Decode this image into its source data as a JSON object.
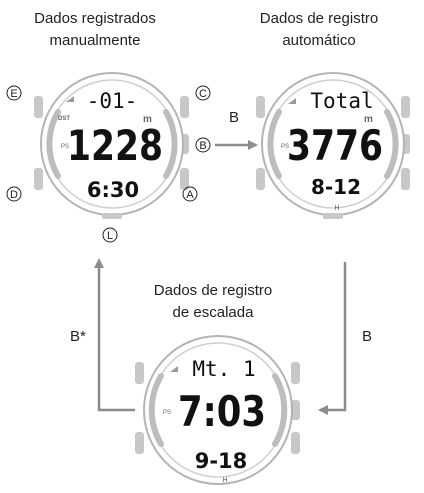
{
  "captions": {
    "manual": [
      "Dados registrados",
      "manualmente"
    ],
    "auto": [
      "Dados de registro",
      "automático"
    ],
    "climb": [
      "Dados de registro",
      "de escalada"
    ]
  },
  "arrows": {
    "manual_to_auto": "B",
    "auto_to_climb": "B",
    "climb_to_manual": "B*"
  },
  "button_labels": {
    "E": "E",
    "C": "C",
    "B": "B",
    "D": "D",
    "A": "A",
    "L": "L"
  },
  "watch_manual": {
    "top": "-01-",
    "indicator_dst": "DST",
    "indicator_m": "m",
    "indicator_ps": "PS",
    "main": "1228",
    "bottom": "6:30"
  },
  "watch_auto": {
    "top": "Total",
    "indicator_m": "m",
    "indicator_ps": "PS",
    "main": "3776",
    "bottom": "8-12",
    "indicator_h": "H"
  },
  "watch_climb": {
    "top": "Mt. 1",
    "indicator_ps": "PS",
    "main": "7:03",
    "bottom": "9-18",
    "indicator_h": "H"
  },
  "colors": {
    "line": "#9a9a9a",
    "arrow": "#8c8c8c",
    "text": "#231f20"
  }
}
